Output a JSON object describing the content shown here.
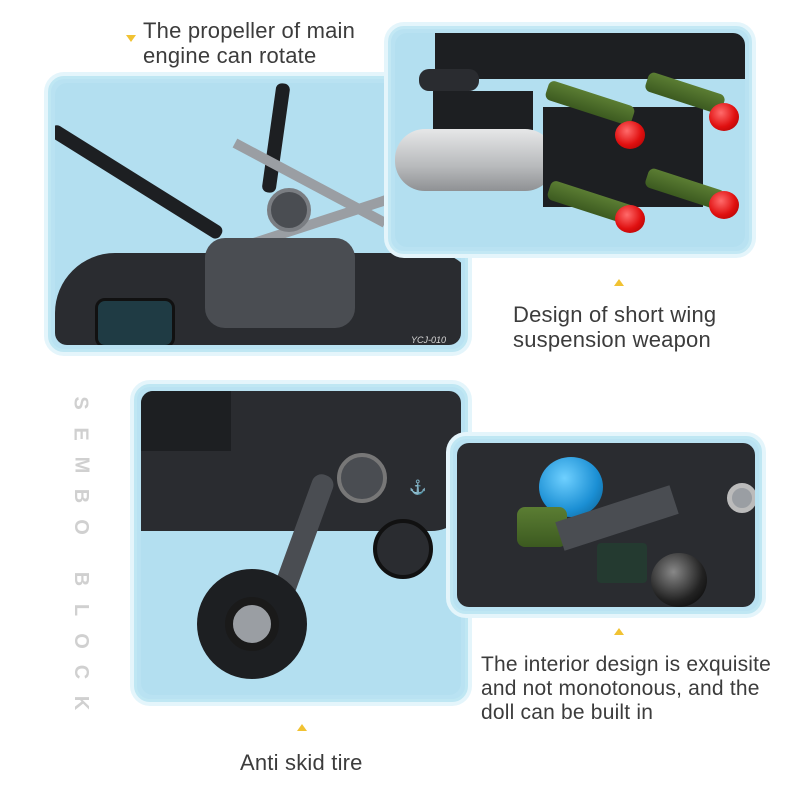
{
  "brand": {
    "vertical_text": [
      "S",
      "E",
      "M",
      "B",
      "O",
      "",
      "B",
      "L",
      "O",
      "C",
      "K"
    ]
  },
  "panels": [
    {
      "id": "main-rotor",
      "subject": "main rotor propeller",
      "tag": "YCJ-010"
    },
    {
      "id": "wing-weapons",
      "subject": "short wing weapon pod with missiles"
    },
    {
      "id": "landing-gear",
      "subject": "landing gear wheel"
    },
    {
      "id": "cockpit",
      "subject": "cockpit interior with minifigures"
    }
  ],
  "captions": {
    "rotor": {
      "line1": "The propeller of main",
      "line2": "engine can rotate"
    },
    "wing": {
      "line1": "Design of short wing",
      "line2": "suspension weapon"
    },
    "interior": {
      "line1": "The interior design is exquisite",
      "line2": "and not monotonous, and the",
      "line3": "doll can be built in"
    },
    "tire": {
      "line1": "Anti skid tire"
    }
  },
  "colors": {
    "frame": "#bfe7f3",
    "panel_bg": "#b3dff0",
    "marker": "#f1c232",
    "text": "#3c3c3c",
    "brand": "#d0d0d0"
  }
}
